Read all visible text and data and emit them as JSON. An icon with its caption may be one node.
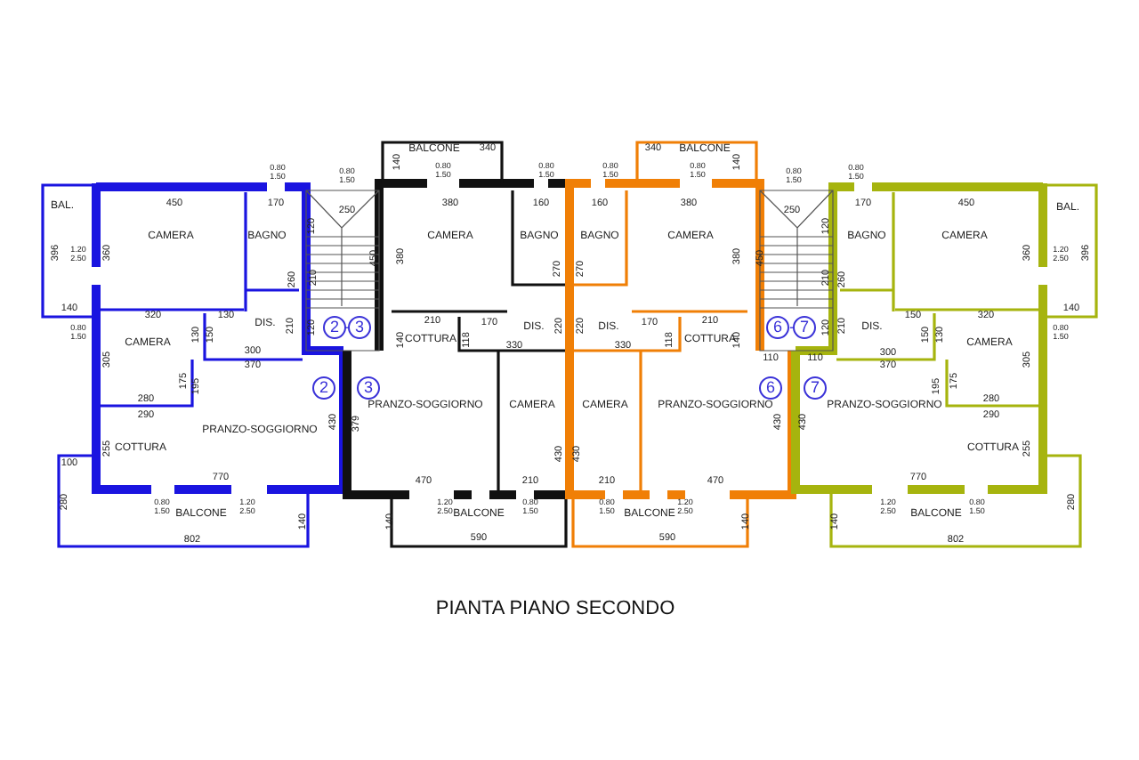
{
  "diagram": {
    "title": "PIANTA PIANO SECONDO",
    "nodes": [
      {
        "text": [
          "BAL."
        ]
      },
      {
        "text": [
          "CAMERA"
        ]
      },
      {
        "text": [
          "BAGNO"
        ]
      },
      {
        "text": [
          "DIS."
        ]
      },
      {
        "text": [
          "CAMERA"
        ]
      },
      {
        "text": [
          "PRANZO-SOGGIORNO"
        ]
      },
      {
        "text": [
          "COTTURA"
        ]
      },
      {
        "text": [
          "BALCONE"
        ]
      },
      {
        "text": [
          "BALCONE"
        ]
      },
      {
        "text": [
          "CAMERA"
        ]
      },
      {
        "text": [
          "BAGNO"
        ]
      },
      {
        "text": [
          "DIS."
        ]
      },
      {
        "text": [
          "COTTURA"
        ]
      },
      {
        "text": [
          "PRANZO-SOGGIORNO"
        ]
      },
      {
        "text": [
          "CAMERA"
        ]
      },
      {
        "text": [
          "BALCONE"
        ]
      },
      {
        "text": [
          "BALCONE"
        ]
      },
      {
        "text": [
          "BAGNO"
        ]
      },
      {
        "text": [
          "CAMERA"
        ]
      },
      {
        "text": [
          "DIS."
        ]
      },
      {
        "text": [
          "COTTURA"
        ]
      },
      {
        "text": [
          "CAMERA"
        ]
      },
      {
        "text": [
          "PRANZO-SOGGIORNO"
        ]
      },
      {
        "text": [
          "BALCONE"
        ]
      },
      {
        "text": [
          "BAGNO"
        ]
      },
      {
        "text": [
          "CAMERA"
        ]
      },
      {
        "text": [
          "BAL."
        ]
      },
      {
        "text": [
          "DIS."
        ]
      },
      {
        "text": [
          "CAMERA"
        ]
      },
      {
        "text": [
          "PRANZO-SOGGIORNO"
        ]
      },
      {
        "text": [
          "COTTURA"
        ]
      },
      {
        "text": [
          "BALCONE"
        ]
      },
      {
        "text": [
          "2"
        ]
      },
      {
        "text": [
          "3"
        ]
      },
      {
        "text": [
          "2"
        ]
      },
      {
        "text": [
          "3"
        ]
      },
      {
        "text": [
          "6"
        ]
      },
      {
        "text": [
          "7"
        ]
      },
      {
        "text": [
          "6"
        ]
      },
      {
        "text": [
          "7"
        ]
      }
    ],
    "labels": [
      "340",
      "340",
      "140",
      "140",
      "0.80 1.50",
      "0.80 1.50",
      "0.80 1.50",
      "0.80 1.50",
      "0.80 1.50",
      "0.80 1.50",
      "0.80 1.50",
      "0.80 1.50",
      "450",
      "170",
      "250",
      "380",
      "160",
      "160",
      "380",
      "250",
      "170",
      "450",
      "120",
      "120",
      "396",
      "1.20 2.50",
      "360",
      "450",
      "380",
      "270",
      "270",
      "380",
      "450",
      "360",
      "1.20 2.50",
      "396",
      "260",
      "210",
      "210",
      "260",
      "140",
      "140",
      "320",
      "130",
      "150",
      "320",
      "0.80 1.50",
      "130",
      "150",
      "210",
      "120",
      "-",
      "210",
      "170",
      "220",
      "220",
      "170",
      "210",
      "-",
      "120",
      "210",
      "150",
      "130",
      "0.80 1.50",
      "140",
      "118",
      "118",
      "140",
      "330",
      "330",
      "300",
      "300",
      "305",
      "110",
      "110",
      "305",
      "370",
      "370",
      "175",
      "195",
      "195",
      "175",
      "280",
      "280",
      "290",
      "290",
      "430",
      "379",
      "430",
      "430",
      "430",
      "430",
      "255",
      "255",
      "100",
      "770",
      "470",
      "210",
      "210",
      "470",
      "770",
      "280",
      "0.80 1.50",
      "1.20 2.50",
      "1.20 2.50",
      "0.80 1.50",
      "0.80 1.50",
      "1.20 2.50",
      "1.20 2.50",
      "0.80 1.50",
      "280",
      "140",
      "140",
      "140",
      "140",
      "802",
      "590",
      "590",
      "802"
    ]
  }
}
